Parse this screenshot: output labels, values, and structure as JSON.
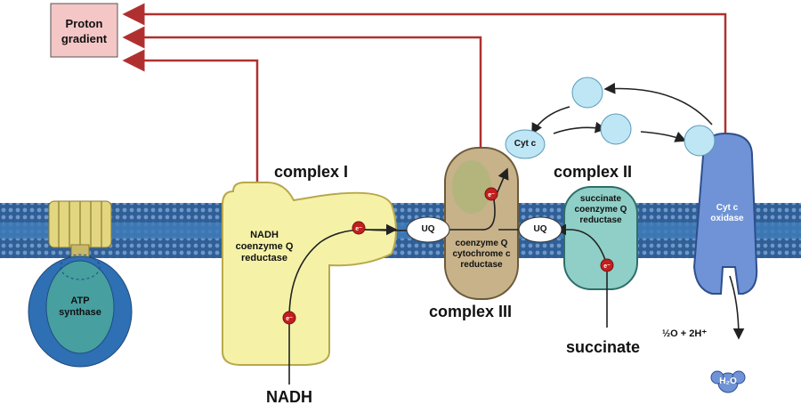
{
  "labels": {
    "proton_gradient": [
      "Proton",
      "gradient"
    ],
    "complex_i": "complex I",
    "complex_ii": "complex II",
    "complex_iii": "complex III",
    "nadh_enzyme": [
      "NADH",
      "coenzyme Q",
      "reductase"
    ],
    "cyt_reductase": [
      "coenzyme Q",
      "cytochrome c",
      "reductase"
    ],
    "succ_enzyme": [
      "succinate",
      "coenzyme Q",
      "reductase"
    ],
    "cyt_oxidase": [
      "Cyt c",
      "oxidase"
    ],
    "atp_synthase": [
      "ATP",
      "synthase"
    ],
    "uq": "UQ",
    "cyt_c": "Cyt c",
    "electron": "e⁻",
    "nadh": "NADH",
    "succinate": "succinate",
    "o2_reaction": "½O + 2H⁺",
    "water": "H₂O"
  },
  "colors": {
    "membrane": "#3a6ea5",
    "arrow_line": "#b03030",
    "gradient_box": "#f4c6c6",
    "complex_i": "#f5f2a8",
    "complex_iii": "#c8b28a",
    "complex_ii": "#8fcfc8",
    "cyt_oxidase": "#6f93d6",
    "atp_synthase_head": "#2f6fb4",
    "cyt_c_ball": "#bfe6f5",
    "electron": "#c21f1f"
  }
}
